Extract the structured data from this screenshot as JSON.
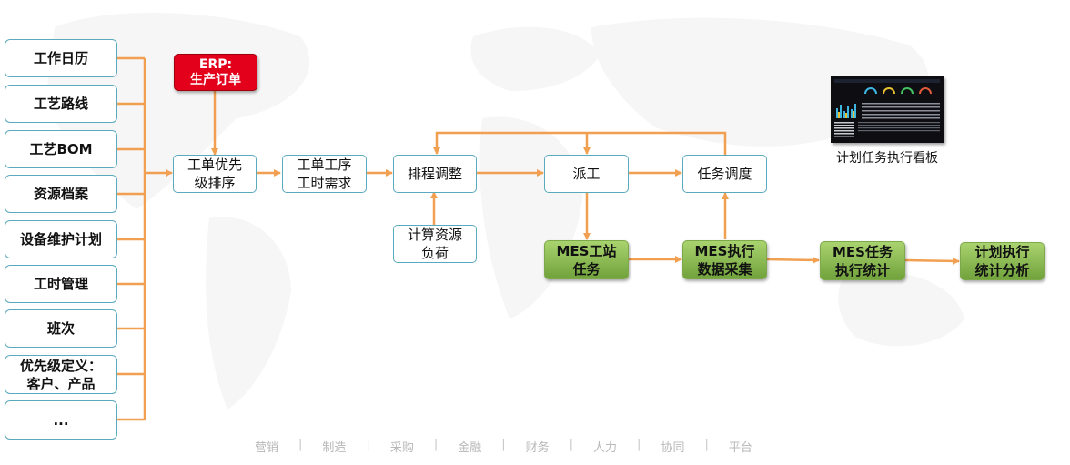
{
  "inputs": [
    "工作日历",
    "工艺路线",
    "工艺BOM",
    "资源档案",
    "设备维护计划",
    "工时管理",
    "班次",
    "优先级定义：\n客户、产品",
    "..."
  ],
  "erp": "ERP:\n生产订单",
  "process": {
    "priority": "工单优先\n级排序",
    "demand": "工单工序\n工时需求",
    "adjust": "排程调整",
    "dispatch": "派工",
    "schedule": "任务调度",
    "load": "计算资源\n负荷"
  },
  "mes": {
    "station": "MES工站\n任务",
    "collect": "MES执行\n数据采集",
    "stats": "MES任务\n执行统计",
    "analysis": "计划执行\n统计分析"
  },
  "dashboard_caption": "计划任务执行看板",
  "footer": [
    "营销",
    "制造",
    "采购",
    "金融",
    "财务",
    "人力",
    "协同",
    "平台"
  ],
  "colors": {
    "arrow": "#f0a050",
    "input_border": "#5aa9bd",
    "mes_green": "#8cc152",
    "erp_red": "#e3001b"
  }
}
